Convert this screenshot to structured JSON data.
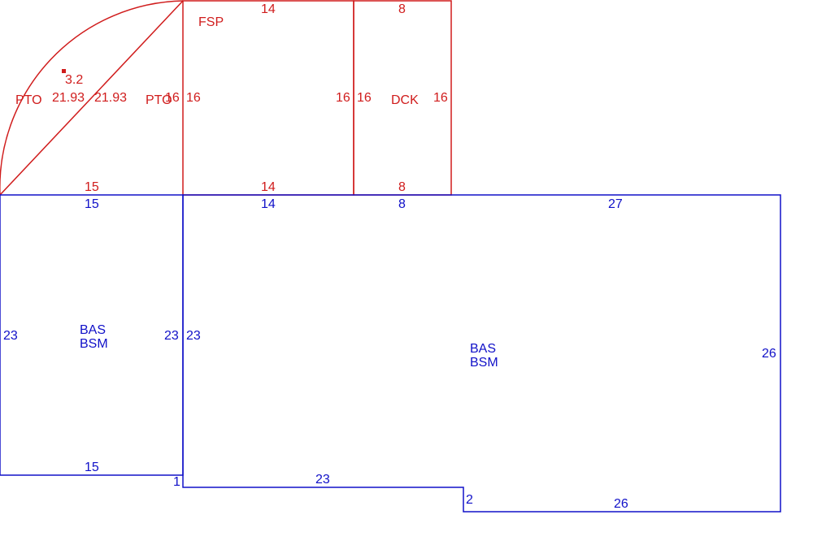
{
  "colors": {
    "upper_level": "#d01c1c",
    "basement": "#1010c8",
    "background": "#ffffff"
  },
  "pto_left": {
    "label": "PTO",
    "arc_label": "3.2",
    "chord_label": "21.93",
    "chord_label_right": "21.93",
    "bottom": "15"
  },
  "pto_right": {
    "label": "PTO",
    "side": "16"
  },
  "fsp": {
    "label": "FSP",
    "top": "14",
    "left": "16",
    "right": "16",
    "bottom": "14"
  },
  "dck": {
    "label": "DCK",
    "top": "8",
    "left": "16",
    "right": "16",
    "bottom": "8"
  },
  "bas_small": {
    "label_line1": "BAS",
    "label_line2": "BSM",
    "top": "15",
    "left": "23",
    "right": "23",
    "bottom": "15",
    "jog": "1"
  },
  "bas_large": {
    "label_line1": "BAS",
    "label_line2": "BSM",
    "top_a": "14",
    "top_b": "8",
    "top_c": "27",
    "left": "23",
    "right": "26",
    "bottom_a": "23",
    "step": "2",
    "bottom_b": "26"
  }
}
